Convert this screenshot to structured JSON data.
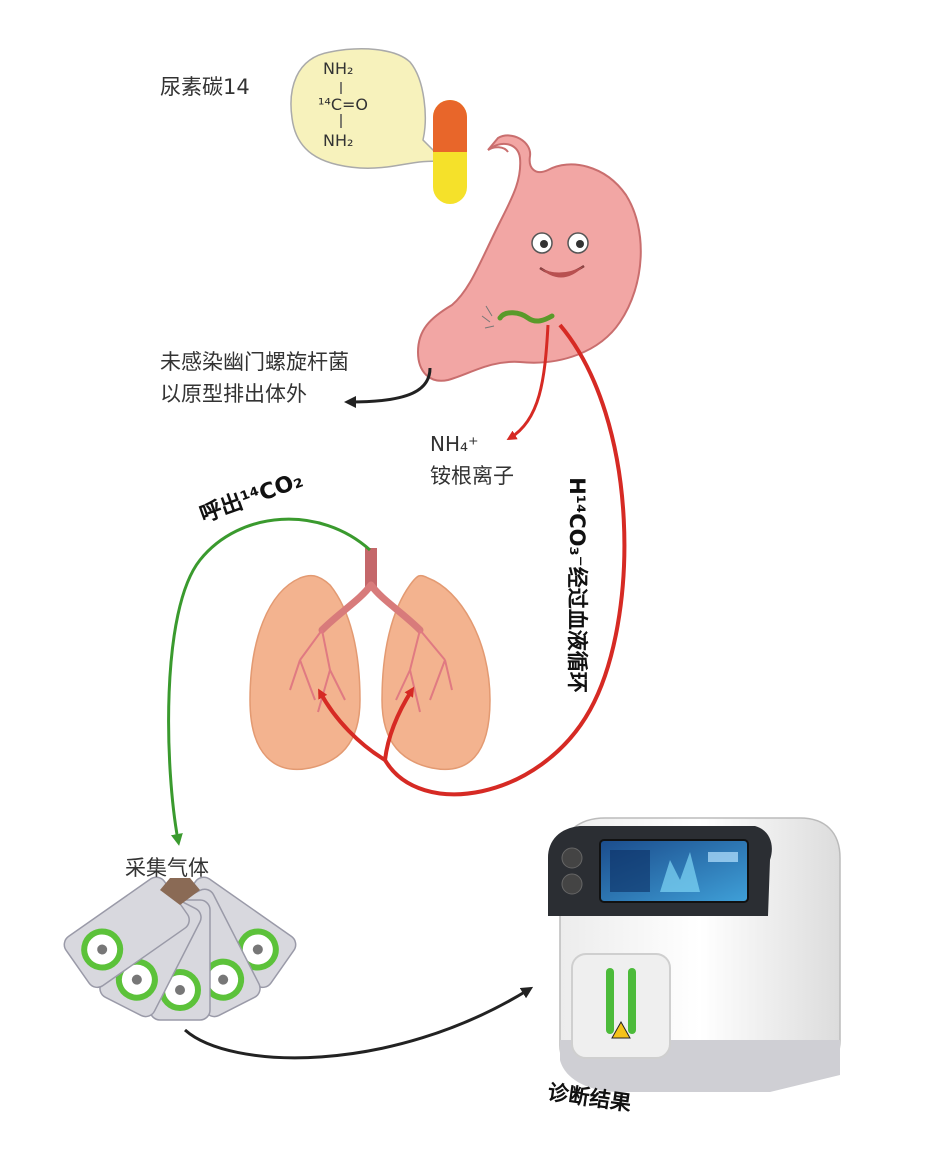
{
  "labels": {
    "urea_name": "尿素碳14",
    "formula_top": "NH₂",
    "formula_mid": "¹⁴C=O",
    "formula_bottom": "NH₂",
    "uninfected_line1": "未感染幽门螺旋杆菌",
    "uninfected_line2": "以原型排出体外",
    "ammonium_formula": "NH₄⁺",
    "ammonium_name": "铵根离子",
    "blood_circulation": "H¹⁴CO₃⁻经过血液循环",
    "exhale": "呼出¹⁴CO₂",
    "collect_gas": "采集气体",
    "diagnosis_result": "诊断结果"
  },
  "colors": {
    "red_arrow": "#d62a24",
    "green_arrow": "#3a9a2e",
    "black_arrow": "#222222",
    "stomach": "#f2a6a4",
    "lung": "#f3b38f",
    "capsule_top": "#e8662a",
    "capsule_bottom": "#f5e12a",
    "bubble": "#f7f2bc",
    "card_ring": "#5cc23a"
  }
}
